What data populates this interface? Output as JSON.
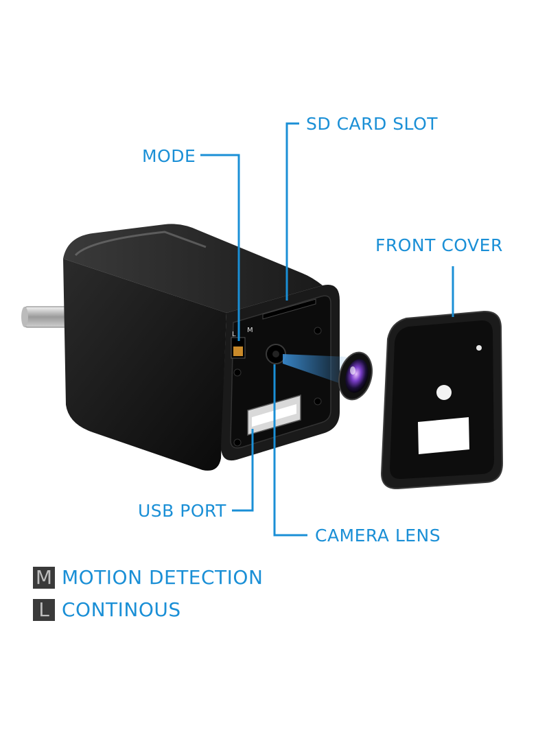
{
  "labels": {
    "sd_card_slot": "SD CARD SLOT",
    "mode": "MODE",
    "front_cover": "FRONT COVER",
    "usb_port": "USB PORT",
    "camera_lens": "CAMERA LENS",
    "switch_l": "L",
    "switch_m": "M"
  },
  "legend": [
    {
      "key": "M",
      "text": "MOTION DETECTION"
    },
    {
      "key": "L",
      "text": "CONTINOUS"
    }
  ],
  "colors": {
    "label_blue": "#1a8fd6",
    "leader_line": "#1a8fd6",
    "device_body": "#111111",
    "legend_box": "#3a3a3a"
  }
}
